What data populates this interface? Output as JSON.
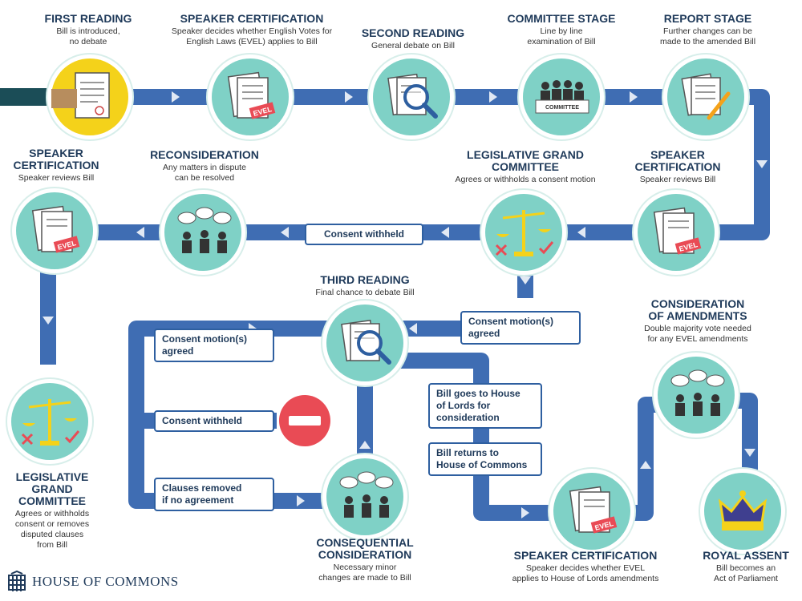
{
  "colors": {
    "pipe": "#3f6db3",
    "pipe_light": "#5b86c6",
    "circle": "#7fd1c6",
    "accent_yellow": "#f4d21a",
    "stop_red": "#e94b55",
    "text_dark": "#1f3a5a"
  },
  "stages": {
    "first_reading": {
      "title": "FIRST READING",
      "desc1": "Bill is introduced,",
      "desc2": "no debate"
    },
    "speaker_cert_1": {
      "title": "SPEAKER CERTIFICATION",
      "desc1": "Speaker decides whether English Votes for",
      "desc2": "English Laws (EVEL) applies to Bill"
    },
    "second_reading": {
      "title": "SECOND READING",
      "desc1": "General debate on Bill"
    },
    "committee_stage": {
      "title": "COMMITTEE STAGE",
      "desc1": "Line by line",
      "desc2": "examination of Bill",
      "plaque": "COMMITTEE"
    },
    "report_stage": {
      "title": "REPORT STAGE",
      "desc1": "Further changes can be",
      "desc2": "made to the amended Bill"
    },
    "speaker_cert_left": {
      "title1": "SPEAKER",
      "title2": "CERTIFICATION",
      "desc1": "Speaker reviews Bill"
    },
    "reconsideration": {
      "title": "RECONSIDERATION",
      "desc1": "Any matters in dispute",
      "desc2": "can be resolved"
    },
    "lgc_top": {
      "title1": "LEGISLATIVE GRAND",
      "title2": "COMMITTEE",
      "desc1": "Agrees or withholds a consent motion"
    },
    "speaker_cert_right": {
      "title1": "SPEAKER",
      "title2": "CERTIFICATION",
      "desc1": "Speaker reviews Bill"
    },
    "third_reading": {
      "title": "THIRD READING",
      "desc1": "Final chance to debate Bill"
    },
    "consideration_amendments": {
      "title1": "CONSIDERATION",
      "title2": "OF AMENDMENTS",
      "desc1": "Double majority vote needed",
      "desc2": "for any EVEL amendments"
    },
    "lgc_left": {
      "title1": "LEGISLATIVE",
      "title2": "GRAND",
      "title3": "COMMITTEE",
      "desc1": "Agrees or withholds",
      "desc2": "consent or removes",
      "desc3": "disputed clauses",
      "desc4": "from Bill"
    },
    "consequential": {
      "title1": "CONSEQUENTIAL",
      "title2": "CONSIDERATION",
      "desc1": "Necessary minor",
      "desc2": "changes are made to Bill"
    },
    "speaker_cert_bottom": {
      "title": "SPEAKER CERTIFICATION",
      "desc1": "Speaker decides whether EVEL",
      "desc2": "applies to House of Lords amendments"
    },
    "royal_assent": {
      "title": "ROYAL ASSENT",
      "desc1": "Bill becomes an",
      "desc2": "Act of Parliament"
    }
  },
  "labels": {
    "consent_withheld_top": "Consent withheld",
    "consent_motion_agreed_right_1": "Consent motion(s)",
    "consent_motion_agreed_right_2": "agreed",
    "consent_motion_agreed_left_1": "Consent motion(s)",
    "consent_motion_agreed_left_2": "agreed",
    "consent_withheld_left": "Consent withheld",
    "clauses_removed_1": "Clauses removed",
    "clauses_removed_2": "if no agreement",
    "lords_1": "Bill goes to House",
    "lords_2": "of Lords for",
    "lords_3": "consideration",
    "returns_1": "Bill returns to",
    "returns_2": "House of Commons"
  },
  "icons": {
    "evel_stamp_text": "EVEL"
  },
  "footer": {
    "logo_text": "HOUSE OF COMMONS"
  }
}
